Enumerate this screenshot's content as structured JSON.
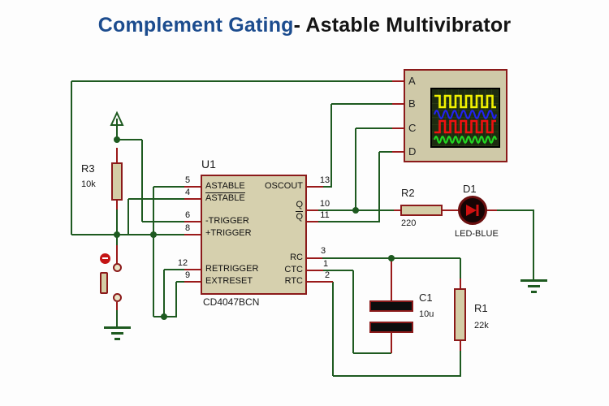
{
  "title": {
    "highlight": "Complement Gating",
    "rest": "- Astable Multivibrator"
  },
  "colors": {
    "wire_green": "#1e5a20",
    "pin_red": "#9a1a1a",
    "component_outline": "#8b1a1a",
    "component_body": "#d4cda6",
    "title_blue": "#1c4c8e",
    "screen_bg": "#1d2b10"
  },
  "ic": {
    "ref": "U1",
    "part": "CD4047BCN",
    "left_pins": [
      {
        "num": "5",
        "label": "ASTABLE",
        "overline": false
      },
      {
        "num": "4",
        "label": "ASTABLE",
        "overline": true
      },
      {
        "num": "6",
        "label": "-TRIGGER",
        "overline": false
      },
      {
        "num": "8",
        "label": "+TRIGGER",
        "overline": false
      },
      {
        "num": "12",
        "label": "RETRIGGER",
        "overline": false
      },
      {
        "num": "9",
        "label": "EXTRESET",
        "overline": false
      }
    ],
    "right_pins": [
      {
        "num": "13",
        "label": "OSCOUT",
        "overline": false
      },
      {
        "num": "10",
        "label": "Q",
        "overline": false
      },
      {
        "num": "11",
        "label": "Q",
        "overline": true
      },
      {
        "num": "3",
        "label": "RC",
        "overline": false
      },
      {
        "num": "1",
        "label": "CTC",
        "overline": false
      },
      {
        "num": "2",
        "label": "RTC",
        "overline": false
      }
    ]
  },
  "components": {
    "r3": {
      "ref": "R3",
      "value": "10k"
    },
    "r2": {
      "ref": "R2",
      "value": "220"
    },
    "r1": {
      "ref": "R1",
      "value": "22k"
    },
    "c1": {
      "ref": "C1",
      "value": "10u"
    },
    "d1": {
      "ref": "D1",
      "value": "LED-BLUE"
    }
  },
  "symbols": {
    "power": "vcc-up-arrow",
    "grounds": [
      "button-ground",
      "led-ground"
    ]
  },
  "scope": {
    "channels": [
      "A",
      "B",
      "C",
      "D"
    ],
    "waveforms": [
      {
        "channel": "A",
        "color": "#f2f200",
        "shape": "square",
        "mid": 15,
        "amp": 7,
        "period": 13,
        "phase": 0
      },
      {
        "channel": "B",
        "color": "#2222f0",
        "shape": "sine",
        "mid": 31,
        "amp": 5,
        "period": 11,
        "phase": 0
      },
      {
        "channel": "C",
        "color": "#ee1111",
        "shape": "square",
        "mid": 46,
        "amp": 7,
        "period": 13,
        "phase": 1
      },
      {
        "channel": "D",
        "color": "#22d822",
        "shape": "sine",
        "mid": 62,
        "amp": 4,
        "period": 8,
        "phase": 0
      }
    ]
  }
}
